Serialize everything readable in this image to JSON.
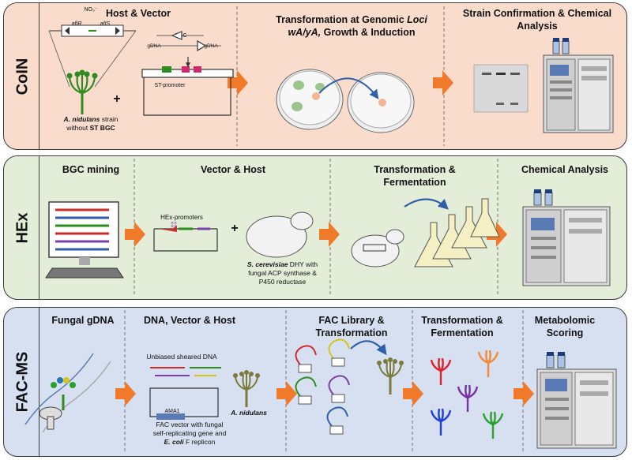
{
  "colors": {
    "coin_bg": "#fadccd",
    "hex_bg": "#e3edd8",
    "facms_bg": "#d6e0f0",
    "arrow": "#f07a2a",
    "fungus_green": "#2e8b1f",
    "fungus_olive": "#7a7a3a"
  },
  "panels": [
    {
      "side_label": "CoIN",
      "stages": [
        {
          "title": "Host & Vector"
        },
        {
          "title_parts": [
            "Transformation at Genomic ",
            "Loci"
          ],
          "title_line2": "wA/yA,",
          "title_line2_rest": " Growth & Induction"
        },
        {
          "title_line1": "Strain Confirmation & Chemical",
          "title_line2": "Analysis"
        }
      ],
      "labels": {
        "no3": "NO₃⁻",
        "gene_left": "afIR",
        "gene_right": "afIS",
        "bgc": "BGC",
        "gdna_left": "gDNA",
        "gdna_right": "gDNA",
        "promoter": "ST-promoter",
        "strain_species": "A. nidulans",
        "strain_rest": " strain",
        "strain_line2_a": "without ",
        "strain_line2_b": "ST BGC",
        "plus": "+"
      }
    },
    {
      "side_label": "HEx",
      "stages": [
        {
          "title": "BGC mining"
        },
        {
          "title": "Vector & Host"
        },
        {
          "title_line1": "Transformation &",
          "title_line2": "Fermentation"
        },
        {
          "title": "Chemical Analysis"
        }
      ],
      "labels": {
        "promoters": "HEx-promoters",
        "plus": "+",
        "host_species": "S. cerevisiae",
        "host_rest": " DHY with",
        "host_line2": "fungal  ACP synthase &",
        "host_line3": "P450 reductase"
      }
    },
    {
      "side_label": "FAC-MS",
      "stages": [
        {
          "title": "Fungal gDNA"
        },
        {
          "title": "DNA, Vector & Host"
        },
        {
          "title_line1": "FAC Library &",
          "title_line2": "Transformation"
        },
        {
          "title_line1": "Transformation &",
          "title_line2": "Fermentation"
        },
        {
          "title_line1": "Metabolomic",
          "title_line2": "Scoring"
        }
      ],
      "labels": {
        "sheared": "Unbiased sheared DNA",
        "ama1": "AMA1",
        "species": "A. nidulans",
        "vec_line1": "FAC vector with fungal",
        "vec_line2": "self-replicating gene and",
        "vec_line3_species": "E. coli",
        "vec_line3_rest": " F replicon"
      }
    }
  ]
}
